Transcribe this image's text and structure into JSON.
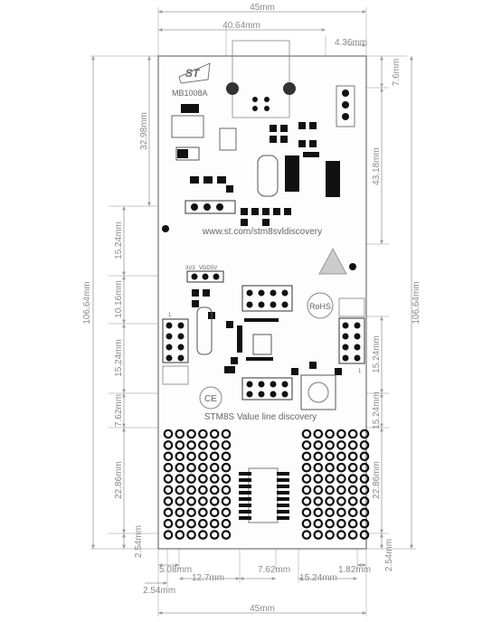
{
  "board": {
    "logo": "ST",
    "model": "MB1008A",
    "url": "www.st.com/stm8svldiscovery",
    "product": "STM8S Value line discovery",
    "rohs": "RoHS",
    "ce": "CE",
    "header_labels": [
      "3V3",
      "VDD",
      "5V"
    ],
    "jumper_labels": [
      "1",
      "1"
    ]
  },
  "dimensions": {
    "total_width_top": "45mm",
    "usb_width": "40.64mm",
    "right_offset": "4.36mm",
    "top_right_offset": "7.6mm",
    "top_left_height": "32.98mm",
    "right_upper_height": "43.18mm",
    "left_15_24_a": "15.24mm",
    "left_10_16": "10.16mm",
    "left_15_24_b": "15.24mm",
    "left_7_62": "7.62mm",
    "left_22_86": "22.86mm",
    "left_2_54": "2.54mm",
    "right_15_24_a": "15.24mm",
    "right_15_24_b": "15.24mm",
    "right_22_86": "22.86mm",
    "right_2_54": "2.54mm",
    "total_height_left": "106.64mm",
    "total_height_right": "106.64mm",
    "bottom_5_08": "5.08mm",
    "bottom_2_54": "2.54mm",
    "bottom_12_7": "12.7mm",
    "bottom_7_62": "7.62mm",
    "bottom_15_24": "15.24mm",
    "bottom_1_82": "1.82mm",
    "total_width_bottom": "45mm"
  },
  "colors": {
    "dimension_line": "#9a9a9a",
    "board_outline": "#555555",
    "pads": "#111111",
    "silkscreen": "#777777"
  }
}
